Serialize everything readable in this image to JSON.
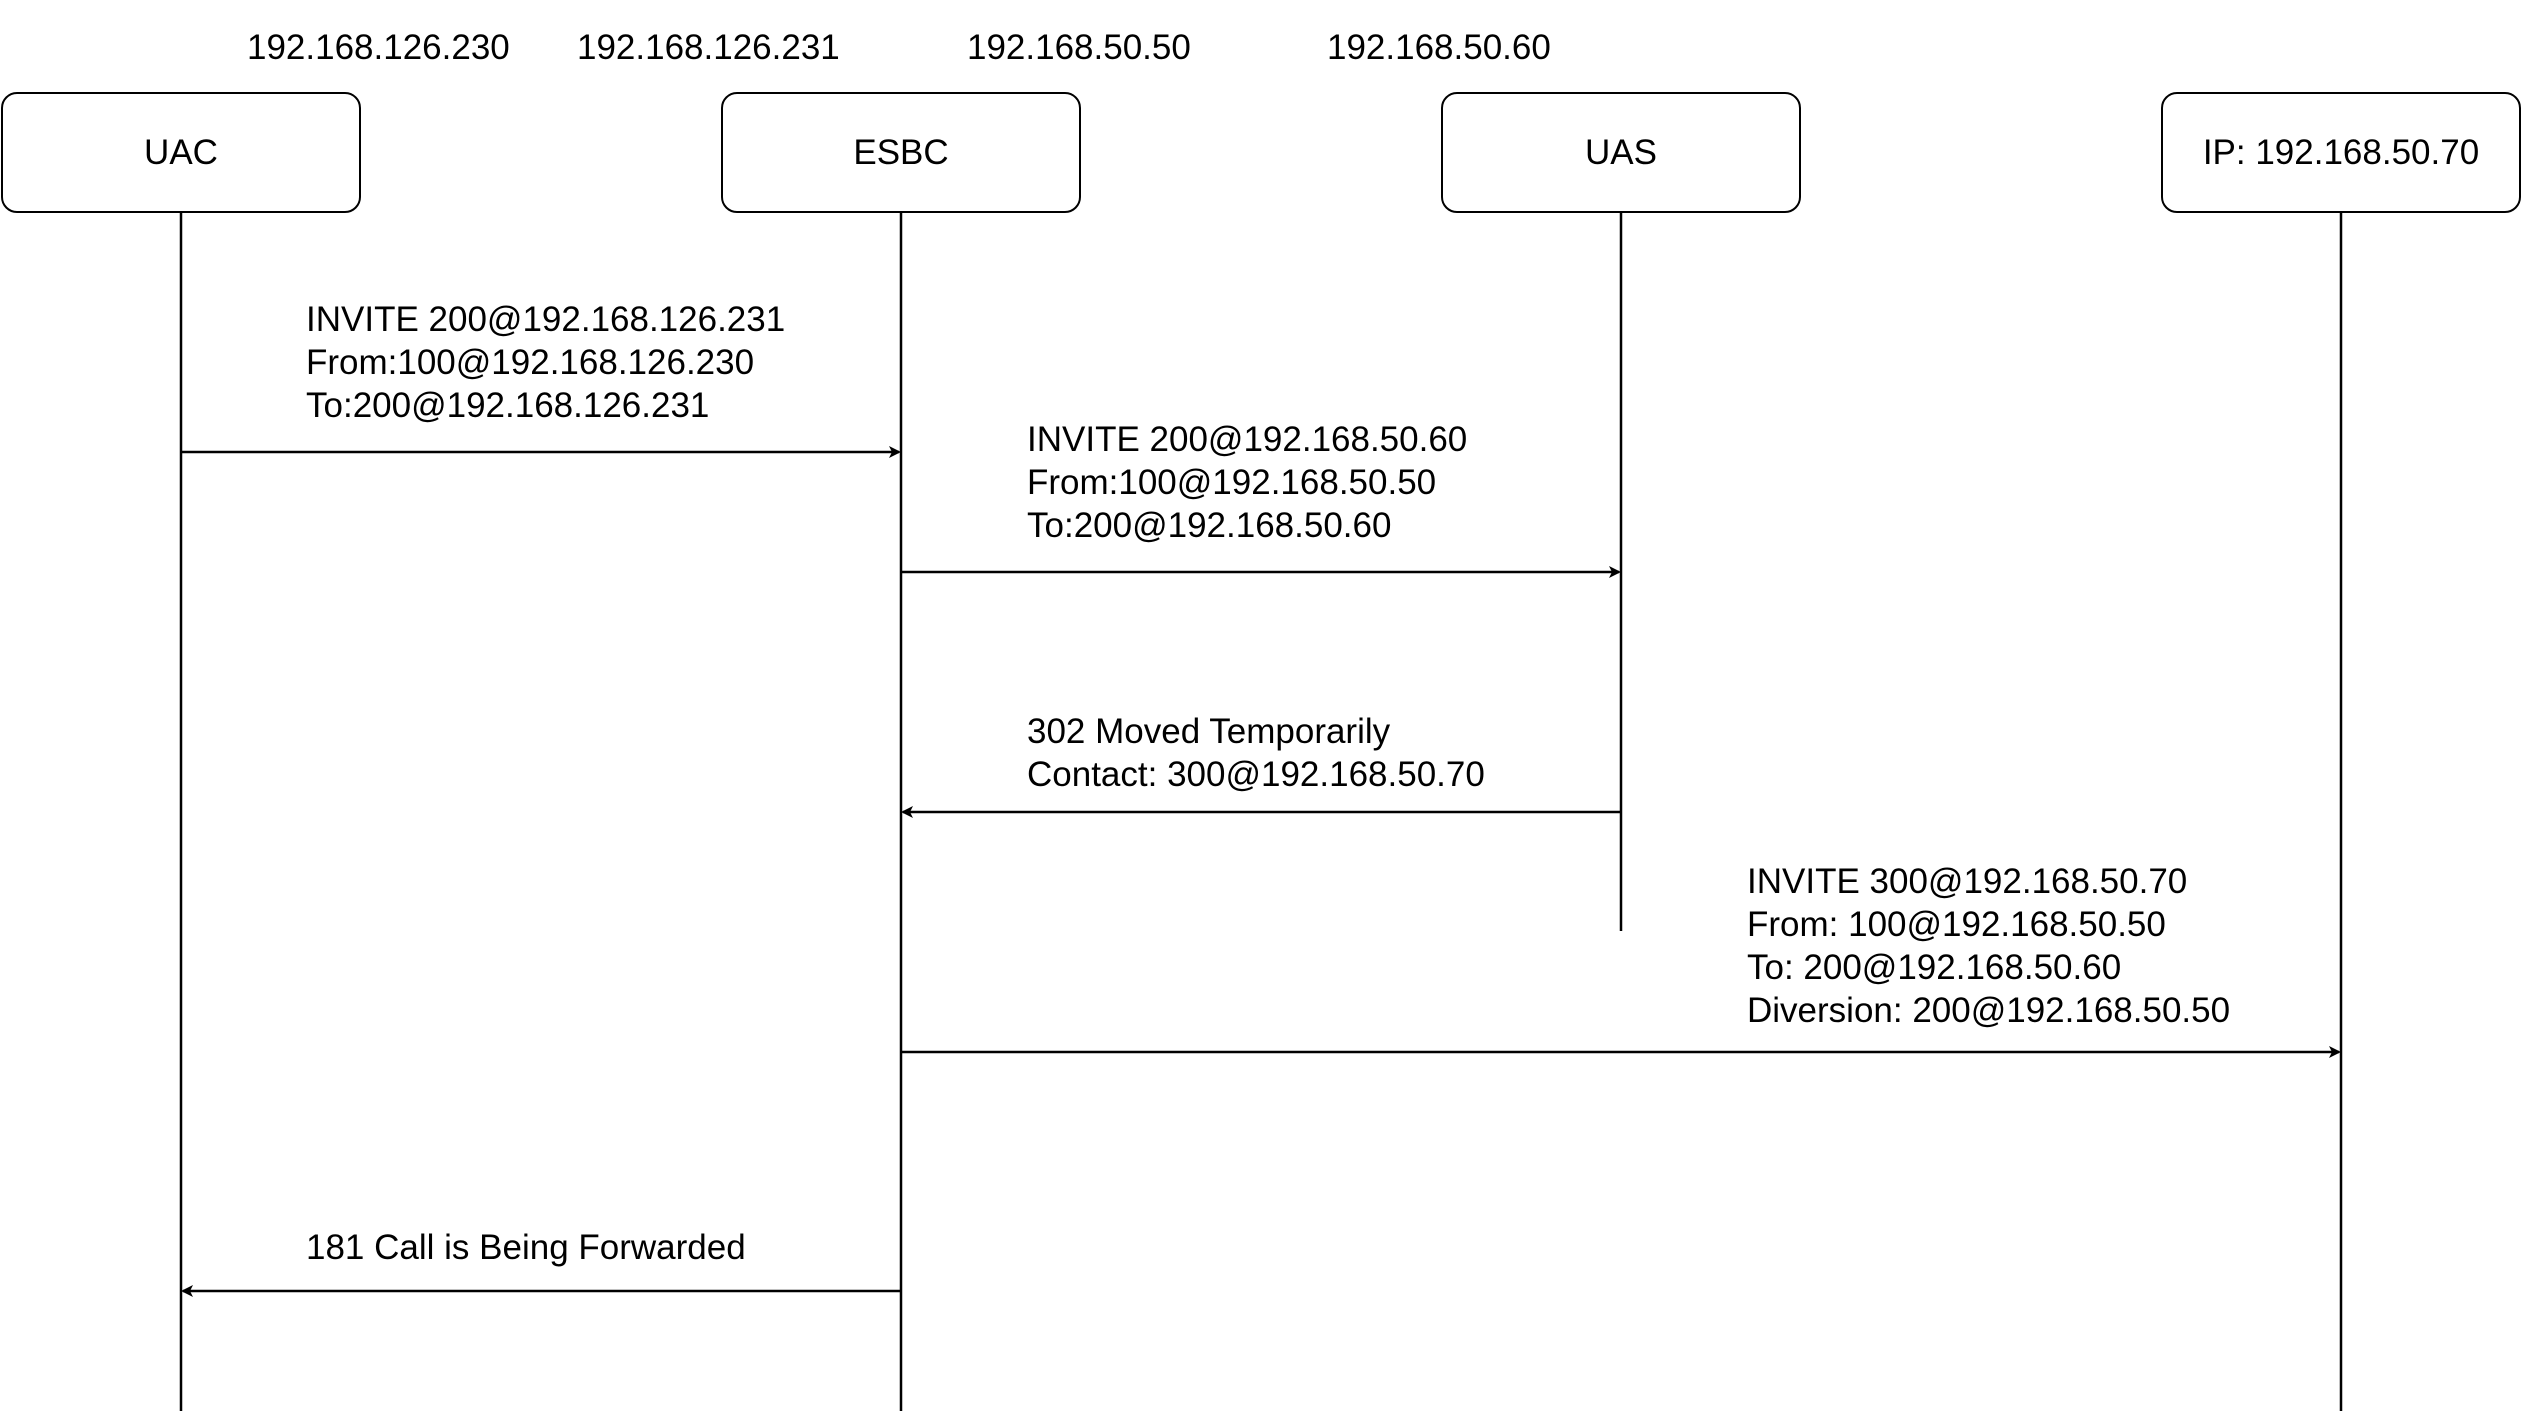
{
  "diagram": {
    "type": "sequence",
    "address_labels": [
      "192.168.126.230",
      "192.168.126.231",
      "192.168.50.50",
      "192.168.50.60"
    ],
    "participants": [
      {
        "id": "uac",
        "label": "UAC"
      },
      {
        "id": "esbc",
        "label": "ESBC"
      },
      {
        "id": "uas",
        "label": "UAS"
      },
      {
        "id": "target",
        "label": "IP: 192.168.50.70"
      }
    ],
    "messages": [
      {
        "from": "uac",
        "to": "esbc",
        "lines": [
          "INVITE 200@192.168.126.231",
          "From:100@192.168.126.230",
          "To:200@192.168.126.231"
        ]
      },
      {
        "from": "esbc",
        "to": "uas",
        "lines": [
          "INVITE 200@192.168.50.60",
          "From:100@192.168.50.50",
          "To:200@192.168.50.60"
        ]
      },
      {
        "from": "uas",
        "to": "esbc",
        "lines": [
          "302 Moved Temporarily",
          "Contact: 300@192.168.50.70"
        ]
      },
      {
        "from": "esbc",
        "to": "target",
        "lines": [
          "INVITE 300@192.168.50.70",
          "From: 100@192.168.50.50",
          "To: 200@192.168.50.60",
          "Diversion: 200@192.168.50.50"
        ]
      },
      {
        "from": "esbc",
        "to": "uac",
        "lines": [
          "181 Call is Being Forwarded"
        ]
      }
    ]
  }
}
